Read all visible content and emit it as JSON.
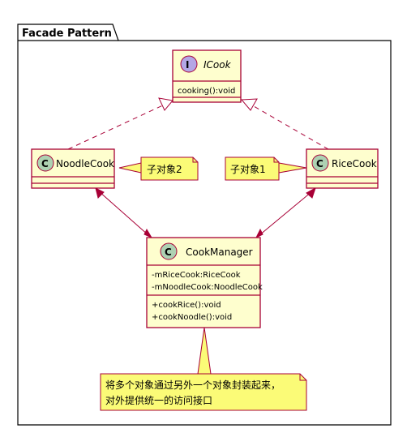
{
  "package": {
    "title": "Facade Pattern"
  },
  "interface": {
    "stereotype_letter": "I",
    "name": "ICook",
    "methods": [
      "cooking():void"
    ]
  },
  "classes": {
    "noodle": {
      "stereotype_letter": "C",
      "name": "NoodleCook"
    },
    "rice": {
      "stereotype_letter": "C",
      "name": "RiceCook"
    },
    "manager": {
      "stereotype_letter": "C",
      "name": "CookManager",
      "fields": [
        "-mRiceCook:RiceCook",
        "-mNoodleCook:NoodleCook"
      ],
      "methods": [
        "+cookRice():void",
        "+cookNoodle():void"
      ]
    }
  },
  "notes": {
    "noodle": "子对象2",
    "rice": "子对象1",
    "manager": [
      "将多个对象通过另外一个对象封装起来，",
      "对外提供统一的访问接口"
    ]
  },
  "colors": {
    "class_fill": "#FEFECE",
    "border": "#A80036",
    "interface_circle": "#B4A7E5",
    "class_circle": "#ADD1B2",
    "note_fill": "#FBFB77",
    "note_border": "#A80036"
  }
}
